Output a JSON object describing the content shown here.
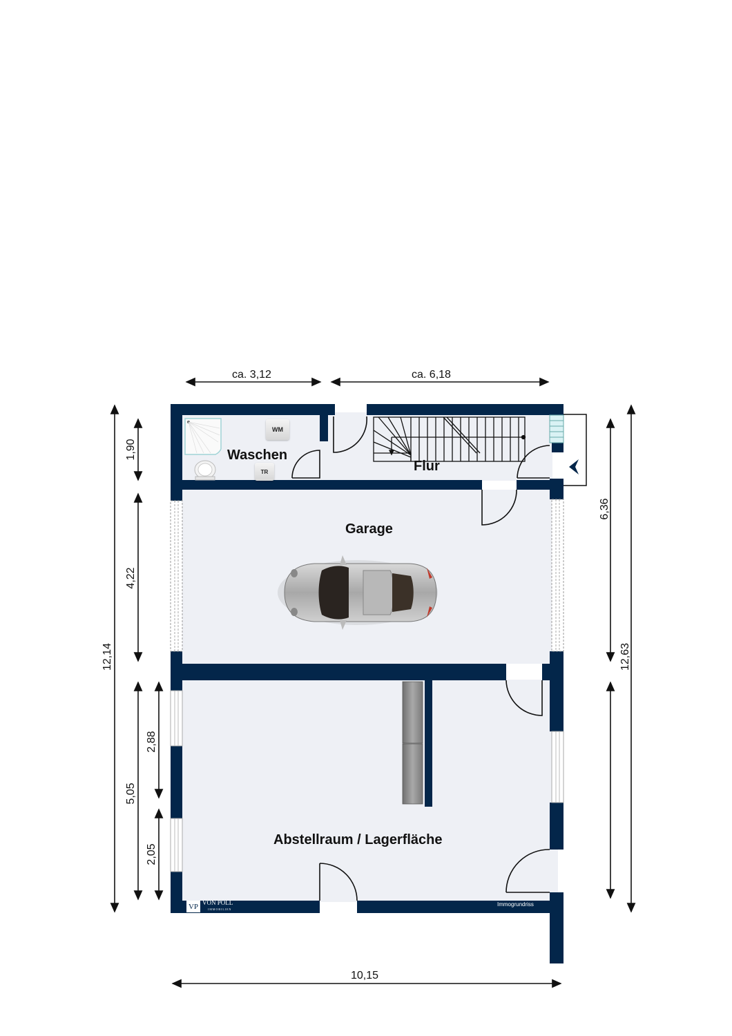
{
  "floorplan": {
    "colors": {
      "wall": "#03264a",
      "floor": "#eef0f5",
      "background": "#ffffff",
      "window_glass": "#ffffff",
      "stair_window": "#d9f2f4"
    },
    "rooms": [
      {
        "id": "waschen",
        "label": "Waschen"
      },
      {
        "id": "flur",
        "label": "Flur"
      },
      {
        "id": "garage",
        "label": "Garage"
      },
      {
        "id": "abstellraum",
        "label": "Abstellraum / Lagerfläche"
      }
    ],
    "fixtures": {
      "washing_machine": "WM",
      "dryer": "TR"
    },
    "dimensions": {
      "top_left": "ca. 3,12",
      "top_right": "ca. 6,18",
      "bottom": "10,15",
      "left_total": "12,14",
      "left_waschen": "1,90",
      "left_garage": "4,22",
      "left_abstell": "5,05",
      "left_window_upper": "2,88",
      "left_window_lower": "2,05",
      "right_upper": "6,36",
      "right_total": "12,63",
      "right_lower": ""
    },
    "branding": {
      "logo_mark": "VP",
      "logo_name": "VON POLL",
      "logo_sub": "IMMOBILIEN",
      "credit": "Immogrundriss"
    },
    "icons": {
      "entrance_arrow": "entrance-arrow-icon",
      "car": "car-icon",
      "shower": "shower-icon",
      "toilet": "toilet-icon",
      "stairs": "stairs-icon"
    }
  }
}
